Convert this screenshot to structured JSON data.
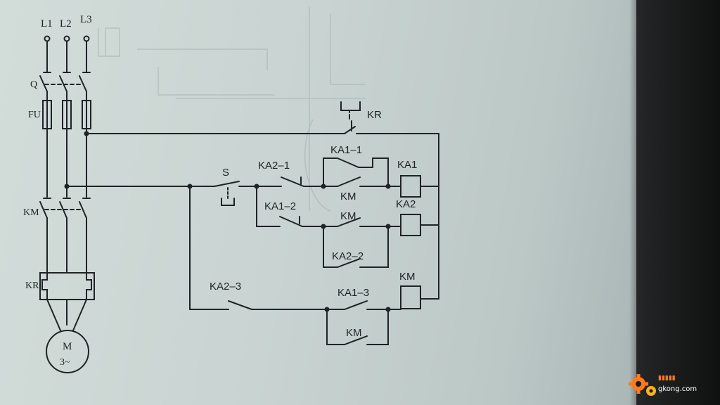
{
  "labels": {
    "L1": "L1",
    "L2": "L2",
    "L3": "L3",
    "Q": "Q",
    "FU": "FU",
    "KM_main": "KM",
    "KR_main": "KR",
    "motor_M": "M",
    "motor_phase": "3~",
    "KR_contact": "KR",
    "S": "S",
    "KA2_1": "KA2–1",
    "KA1_1": "KA1–1",
    "KM_1": "KM",
    "KA1_coil": "KA1",
    "KA1_2": "KA1–2",
    "KM_2": "KM",
    "KA2_coil": "KA2",
    "KA2_2": "KA2–2",
    "KA2_3": "KA2–3",
    "KA1_3": "KA1–3",
    "KM_coil": "KM",
    "KM_3": "KM"
  },
  "watermark": {
    "url": "gkong.com"
  },
  "colors": {
    "ink": "#1f2326",
    "paper": "#cfd9d6",
    "watermark": "#ff7a1a"
  }
}
